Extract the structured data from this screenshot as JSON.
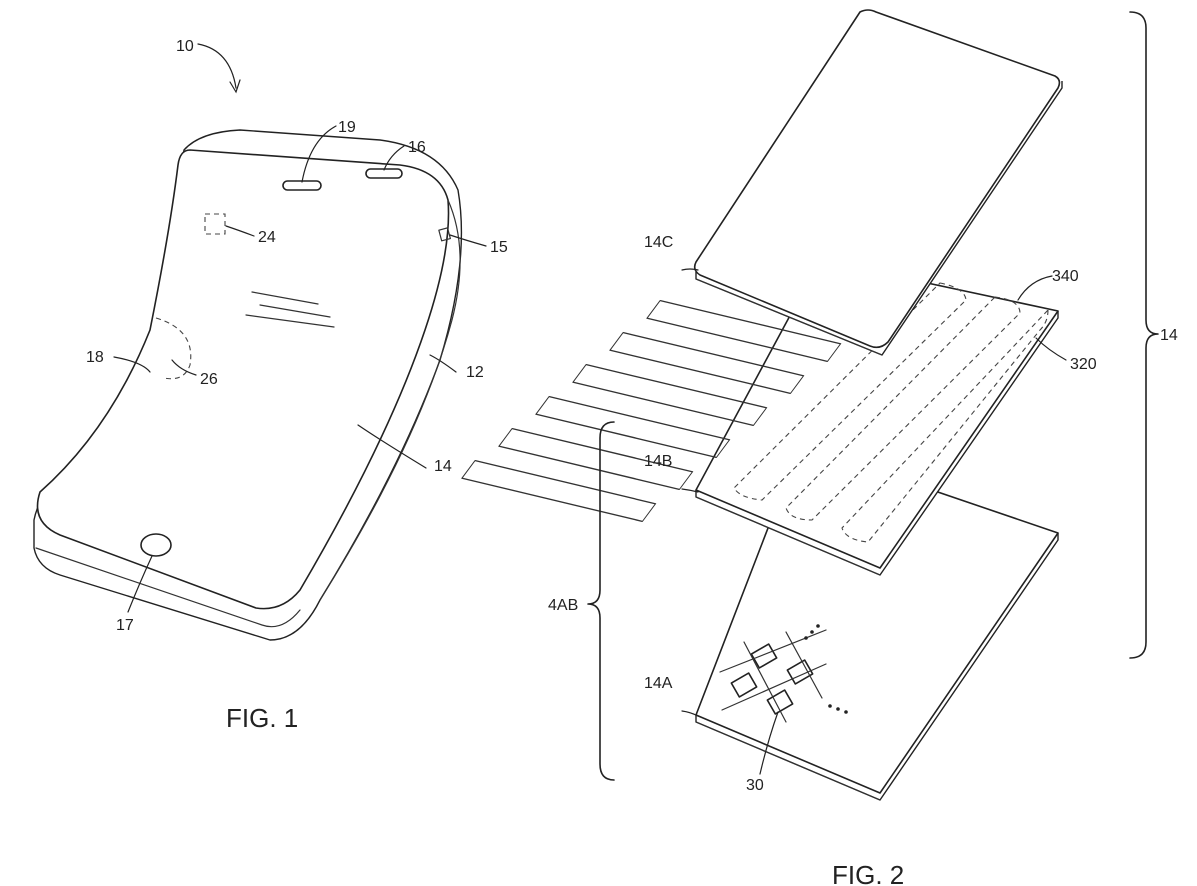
{
  "figures": {
    "fig1": {
      "caption": "FIG. 1"
    },
    "fig2": {
      "caption": "FIG. 2"
    }
  },
  "labels": {
    "l10": "10",
    "l19": "19",
    "l16": "16",
    "l24": "24",
    "l15": "15",
    "l18": "18",
    "l26": "26",
    "l12": "12",
    "l14_fig1": "14",
    "l17": "17",
    "l14c": "14C",
    "l340": "340",
    "l320": "320",
    "l14_fig2": "14",
    "l14b": "14B",
    "l4ab": "4AB",
    "l14a": "14A",
    "l30": "30"
  }
}
